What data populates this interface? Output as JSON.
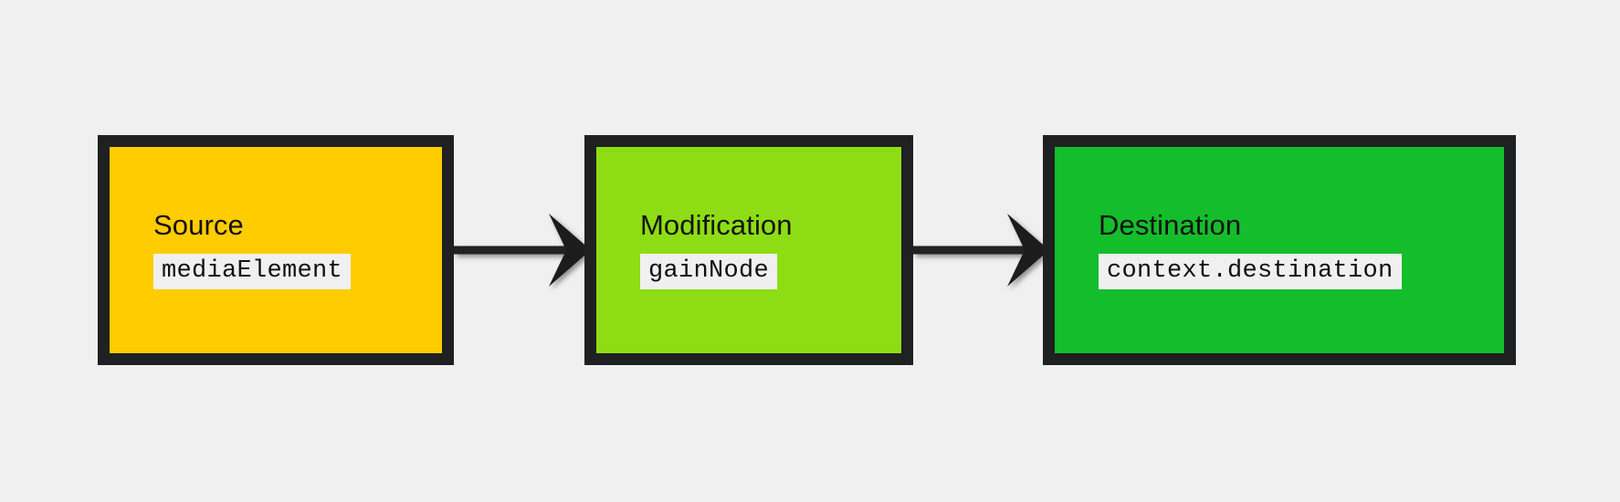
{
  "diagram": {
    "type": "flowchart",
    "direction": "left-to-right",
    "background_color": "#f0f0f0",
    "border_color": "#1f2021",
    "edge_color": "#222222",
    "nodes": [
      {
        "id": "source",
        "title": "Source",
        "code": "mediaElement",
        "fill_color": "#ffcc00",
        "code_chip_color": "#f0f0f0"
      },
      {
        "id": "modification",
        "title": "Modification",
        "code": "gainNode",
        "fill_color": "#8edd14",
        "code_chip_color": "#f0f0f0"
      },
      {
        "id": "destination",
        "title": "Destination",
        "code": "context.destination",
        "fill_color": "#14bd2c",
        "code_chip_color": "#f0f0f0"
      }
    ],
    "edges": [
      {
        "id": "edge-source-modification",
        "from": "source",
        "to": "modification",
        "label": "",
        "arrowhead": "barbed"
      },
      {
        "id": "edge-modification-destination",
        "from": "modification",
        "to": "destination",
        "label": "",
        "arrowhead": "barbed"
      }
    ]
  }
}
